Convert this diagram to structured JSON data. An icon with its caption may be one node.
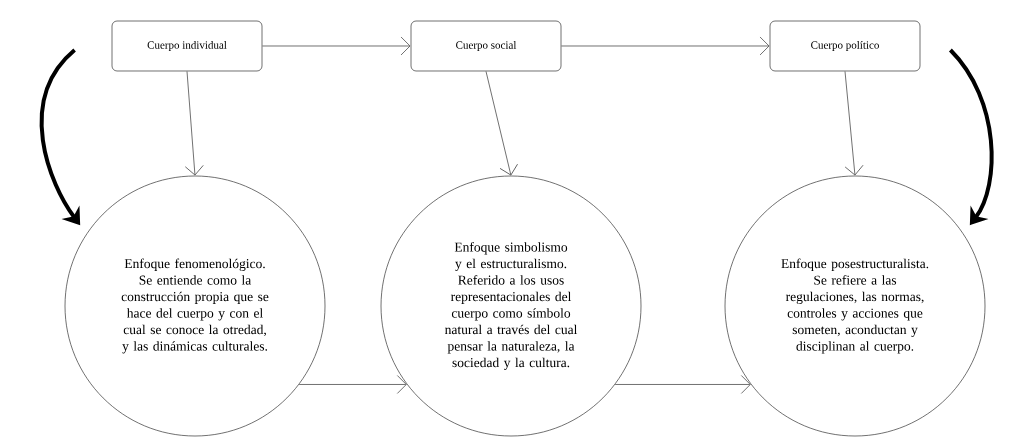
{
  "diagram": {
    "nodes": [
      {
        "text": [
          "Cuerpo individual"
        ]
      },
      {
        "text": [
          "Cuerpo social"
        ]
      },
      {
        "text": [
          "Cuerpo político"
        ]
      },
      {
        "text": [
          "Enfoque fenomenológico. Se entiende como la construcción propia que se hace del cuerpo y con el cual se conoce la otredad, y las dinámicas culturales."
        ]
      },
      {
        "text": [
          "Enfoque simbolismo y el estructuralismo. Referido a los usos representacionales del cuerpo como símbolo natural a través del cual pensar la naturaleza, la sociedad y la cultura."
        ]
      },
      {
        "text": [
          "Enfoque posestructuralista. Se refiere a las regulaciones, las normas, controles y acciones que someten, aconductan y disciplinan al cuerpo."
        ]
      }
    ],
    "edges": [
      {
        "from": 0,
        "to": 1,
        "arrow": "to"
      },
      {
        "from": 1,
        "to": 2,
        "arrow": "to"
      },
      {
        "from": 0,
        "to": 3,
        "arrow": "to"
      },
      {
        "from": 1,
        "to": 4,
        "arrow": "to"
      },
      {
        "from": 2,
        "to": 5,
        "arrow": "to"
      },
      {
        "from": 3,
        "to": 4,
        "arrow": "to"
      },
      {
        "from": 4,
        "to": 5,
        "arrow": "to"
      },
      {
        "from": 0,
        "to": 3,
        "arrow": "to",
        "style": "thick"
      },
      {
        "from": 2,
        "to": 5,
        "arrow": "to",
        "style": "thick"
      }
    ]
  }
}
